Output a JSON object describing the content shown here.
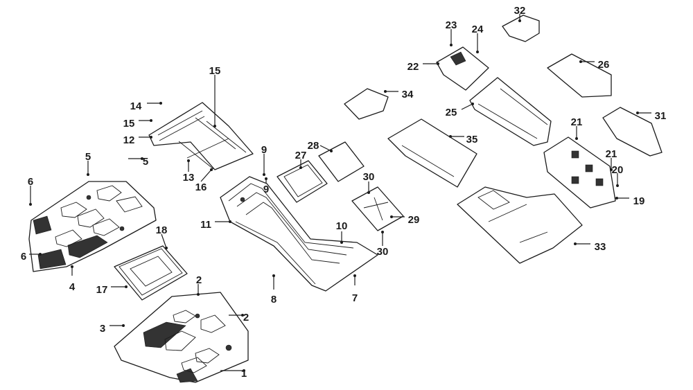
{
  "callouts": [
    {
      "label": "1"
    },
    {
      "label": "2"
    },
    {
      "label": "2"
    },
    {
      "label": "3"
    },
    {
      "label": "4"
    },
    {
      "label": "5"
    },
    {
      "label": "5"
    },
    {
      "label": "6"
    },
    {
      "label": "6"
    },
    {
      "label": "7"
    },
    {
      "label": "8"
    },
    {
      "label": "9"
    },
    {
      "label": "9"
    },
    {
      "label": "10"
    },
    {
      "label": "11"
    },
    {
      "label": "12"
    },
    {
      "label": "13"
    },
    {
      "label": "14"
    },
    {
      "label": "15"
    },
    {
      "label": "15"
    },
    {
      "label": "16"
    },
    {
      "label": "17"
    },
    {
      "label": "18"
    },
    {
      "label": "19"
    },
    {
      "label": "20"
    },
    {
      "label": "21"
    },
    {
      "label": "21"
    },
    {
      "label": "22"
    },
    {
      "label": "23"
    },
    {
      "label": "24"
    },
    {
      "label": "25"
    },
    {
      "label": "26"
    },
    {
      "label": "27"
    },
    {
      "label": "28"
    },
    {
      "label": "29"
    },
    {
      "label": "30"
    },
    {
      "label": "30"
    },
    {
      "label": "31"
    },
    {
      "label": "32"
    },
    {
      "label": "33"
    },
    {
      "label": "34"
    },
    {
      "label": "35"
    }
  ],
  "colors": {
    "line": "#1a1a1a",
    "background": "#ffffff"
  }
}
